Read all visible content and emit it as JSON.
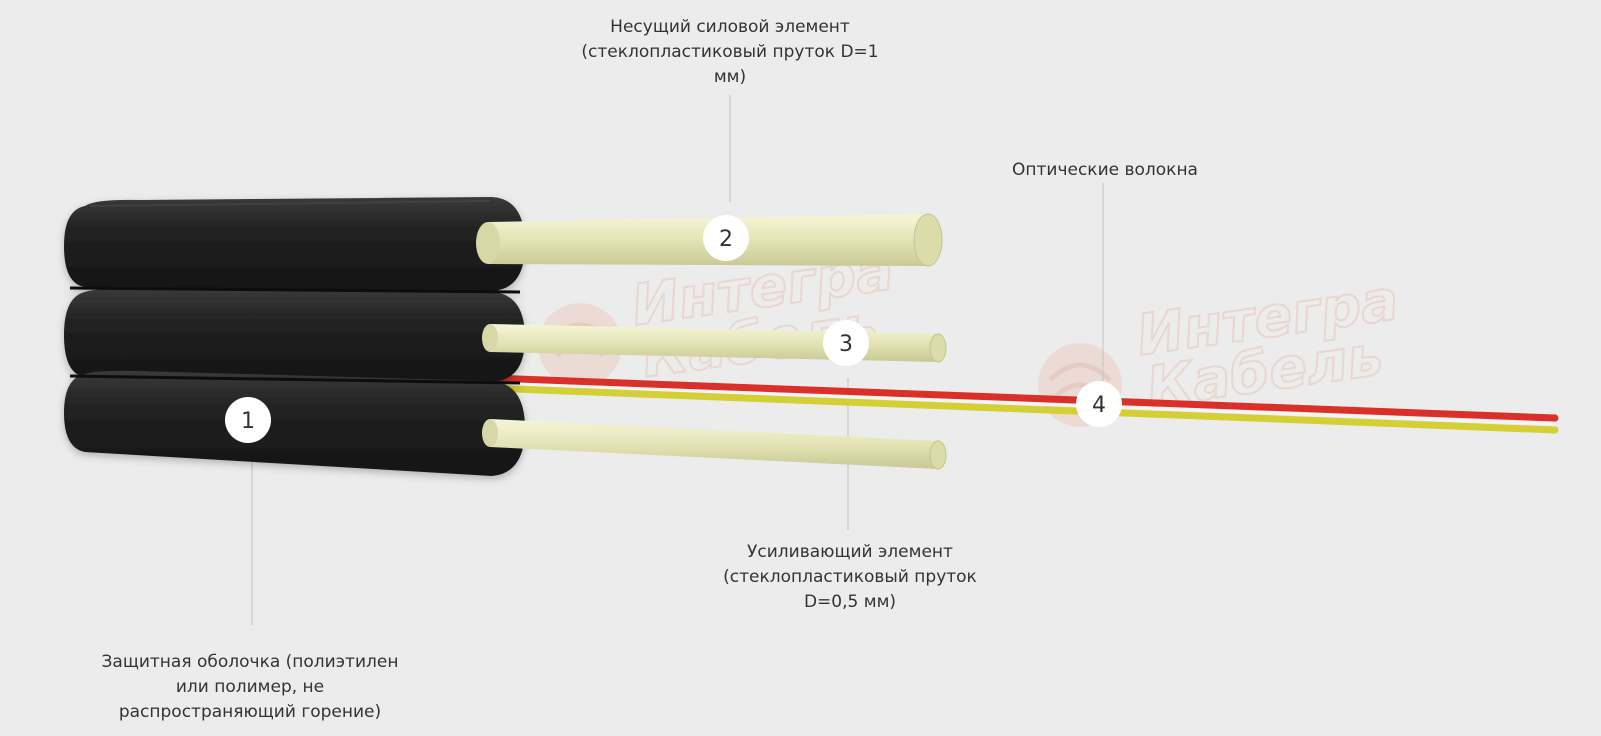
{
  "labels": {
    "carrier": {
      "line1": "Несущий силовой элемент",
      "line2": "(стеклопластиковый пруток D=1",
      "line3": "мм)"
    },
    "fibers": {
      "line1": "Оптические волокна"
    },
    "strength": {
      "line1": "Усиливающий элемент",
      "line2": "(стеклопластиковый пруток",
      "line3": "D=0,5 мм)"
    },
    "sheath": {
      "line1": "Защитная оболочка (полиэтилен",
      "line2": "или полимер, не",
      "line3": "распространяющий горение)"
    }
  },
  "markers": {
    "m1": "1",
    "m2": "2",
    "m3": "3",
    "m4": "4"
  },
  "watermark": {
    "line1": "Интегра",
    "line2": "Кабель"
  },
  "colors": {
    "background": "#ececec",
    "sheath": "#1f1f1f",
    "rod": "#e6e6b8",
    "fiber_red": "#d9302a",
    "fiber_yellow": "#d4cf34",
    "watermark": "#e7cfc6",
    "leader_line": "#c8c8c8"
  }
}
